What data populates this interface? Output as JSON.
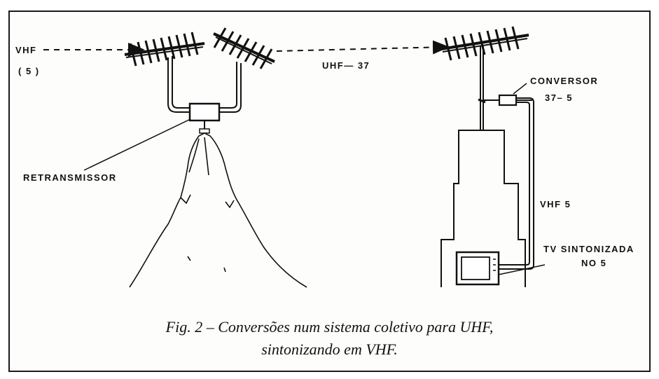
{
  "labels": {
    "vhf_in": "VHF",
    "vhf_channel": "( 5 )",
    "uhf_link": "UHF— 37",
    "retransmissor": "RETRANSMISSOR",
    "conversor": "CONVERSOR",
    "conversor_channels": "37– 5",
    "vhf_down": "VHF  5",
    "tv_line1": "TV SINTONIZADA",
    "tv_line2": "NO 5"
  },
  "caption": {
    "line1": "Fig. 2 – Conversões num sistema coletivo para UHF,",
    "line2": "sintonizando em VHF."
  },
  "colors": {
    "ink": "#111111",
    "paper": "#fdfdfb",
    "frame": "#1a1a1a"
  }
}
